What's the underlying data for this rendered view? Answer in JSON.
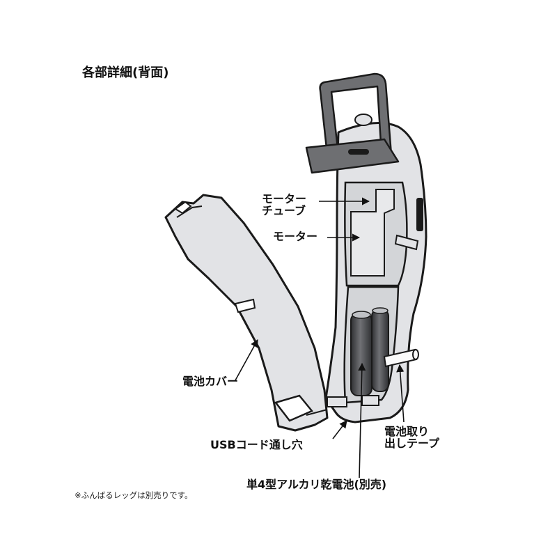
{
  "title": "各部詳細(背面)",
  "labels": {
    "motor_tube": "モーター\nチューブ",
    "motor": "モーター",
    "battery_cover": "電池カバー",
    "usb_hole": "USBコード通し穴",
    "battery_tape": "電池取り\n出しテープ",
    "aaa_battery": "単4型アルカリ乾電池(別売)"
  },
  "note": "※ふんばるレッグは別売りです。",
  "colors": {
    "body_fill": "#e2e3e6",
    "body_shade": "#c9cbcf",
    "handle_fill": "#6e6f72",
    "battery_fill": "#4a4b4e",
    "outline": "#1a1a1a"
  }
}
